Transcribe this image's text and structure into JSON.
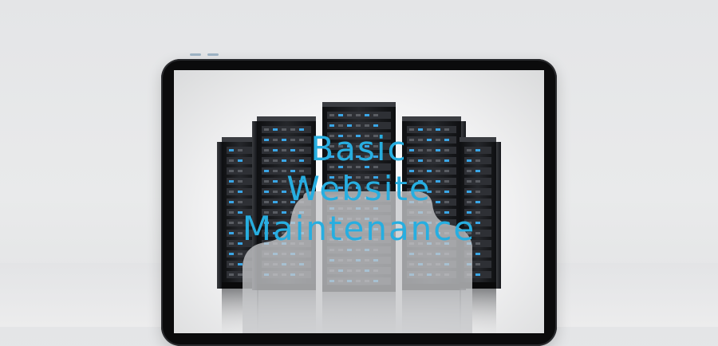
{
  "headline": {
    "lines": [
      "Basic",
      "Website",
      "Maintenance"
    ],
    "color": "#27aee0"
  },
  "image": {
    "subject": "server-rack-icon",
    "device": "tablet-icon"
  },
  "colors": {
    "background": "#e6e7e9",
    "tablet_bezel": "#0b0b0c",
    "rack_body": "#1b1c1f",
    "led_blue": "#3aa6e6",
    "badge": "#c8cacd"
  }
}
